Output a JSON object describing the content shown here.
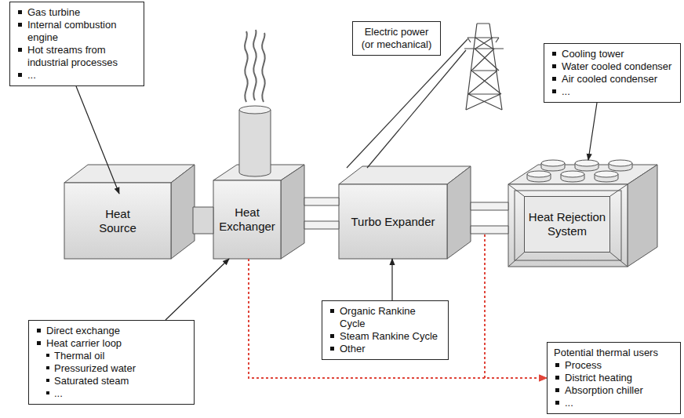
{
  "diagram": {
    "nodes": [
      {
        "text": [
          "Gas turbine",
          "Internal combustion engine",
          "Hot streams from industrial processes",
          "..."
        ]
      },
      {
        "text": [
          "Electric power (or mechanical)"
        ]
      },
      {
        "text": [
          "Cooling tower",
          "Water cooled condenser",
          "Air cooled condenser",
          "..."
        ]
      },
      {
        "text": [
          "Heat Source"
        ]
      },
      {
        "text": [
          "Heat Exchanger"
        ]
      },
      {
        "text": [
          "Turbo Expander"
        ]
      },
      {
        "text": [
          "Heat Rejection System"
        ]
      },
      {
        "text": [
          "Direct exchange",
          "Heat carrier loop",
          "Thermal oil",
          "Pressurized water",
          "Saturated steam",
          "..."
        ]
      },
      {
        "text": [
          "Organic Rankine Cycle",
          "Steam Rankine Cycle",
          "Other"
        ]
      },
      {
        "text": [
          "Potential thermal users",
          "Process",
          "District heating",
          "Absorption chiller",
          "..."
        ]
      }
    ],
    "edges": [
      {
        "from": 0,
        "to": 3,
        "arrow": "to"
      },
      {
        "from": 2,
        "to": 6,
        "arrow": "to"
      },
      {
        "from": 7,
        "to": 4,
        "arrow": "to"
      },
      {
        "from": 8,
        "to": 5,
        "arrow": "to"
      },
      {
        "from": 3,
        "to": 4,
        "arrow": "none"
      },
      {
        "from": 4,
        "to": 5,
        "arrow": "none"
      },
      {
        "from": 5,
        "to": 6,
        "arrow": "none"
      },
      {
        "from": 4,
        "to": 9,
        "arrow": "to"
      },
      {
        "from": 5,
        "to": 9,
        "arrow": "to"
      }
    ]
  }
}
